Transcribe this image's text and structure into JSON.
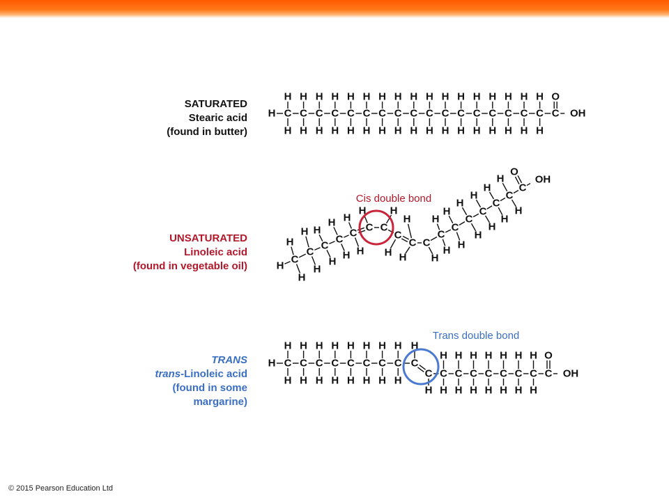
{
  "colors": {
    "header_bar": "#ff6a0e",
    "saturated": "#111111",
    "unsaturated": "#b3172a",
    "trans": "#3a6fc4",
    "cis_circle": "#c9243a",
    "trans_circle": "#4a7ad0"
  },
  "saturated": {
    "category": "SATURATED",
    "name": "Stearic acid",
    "source": "(found in butter)"
  },
  "unsaturated": {
    "category": "UNSATURATED",
    "name": "Linoleic acid",
    "source": "(found in vegetable oil)",
    "annotation": "Cis double bond"
  },
  "trans": {
    "category": "TRANS",
    "name_prefix": "trans",
    "name_rest": "-Linoleic acid",
    "source_line1": "(found in some",
    "source_line2": "margarine)",
    "annotation": "Trans double bond"
  },
  "atoms": {
    "carbon": "C",
    "hydrogen": "H",
    "oxygen": "O",
    "hydroxyl": "OH"
  },
  "footer": "© 2015 Pearson Education Ltd"
}
